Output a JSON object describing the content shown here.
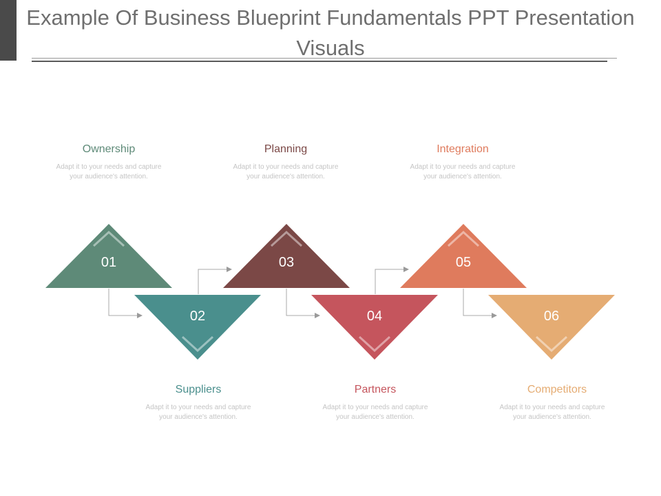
{
  "title": "Example Of Business Blueprint Fundamentals PPT Presentation Visuals",
  "steps": [
    {
      "number": "01",
      "label": "Ownership",
      "desc": "Adapt it to your needs and capture your audience's attention.",
      "color": "#5e8a78"
    },
    {
      "number": "02",
      "label": "Suppliers",
      "desc": "Adapt it to your needs and capture your audience's attention.",
      "color": "#4a8f8d"
    },
    {
      "number": "03",
      "label": "Planning",
      "desc": "Adapt it to your needs and capture your audience's attention.",
      "color": "#7b4846"
    },
    {
      "number": "04",
      "label": "Partners",
      "desc": "Adapt it to your needs and capture your audience's attention.",
      "color": "#c5555d"
    },
    {
      "number": "05",
      "label": "Integration",
      "desc": "Adapt it to your needs and capture your audience's attention.",
      "color": "#df7b5d"
    },
    {
      "number": "06",
      "label": "Competitors",
      "desc": "Adapt it to your needs and capture your audience's attention.",
      "color": "#e5ac73"
    }
  ]
}
